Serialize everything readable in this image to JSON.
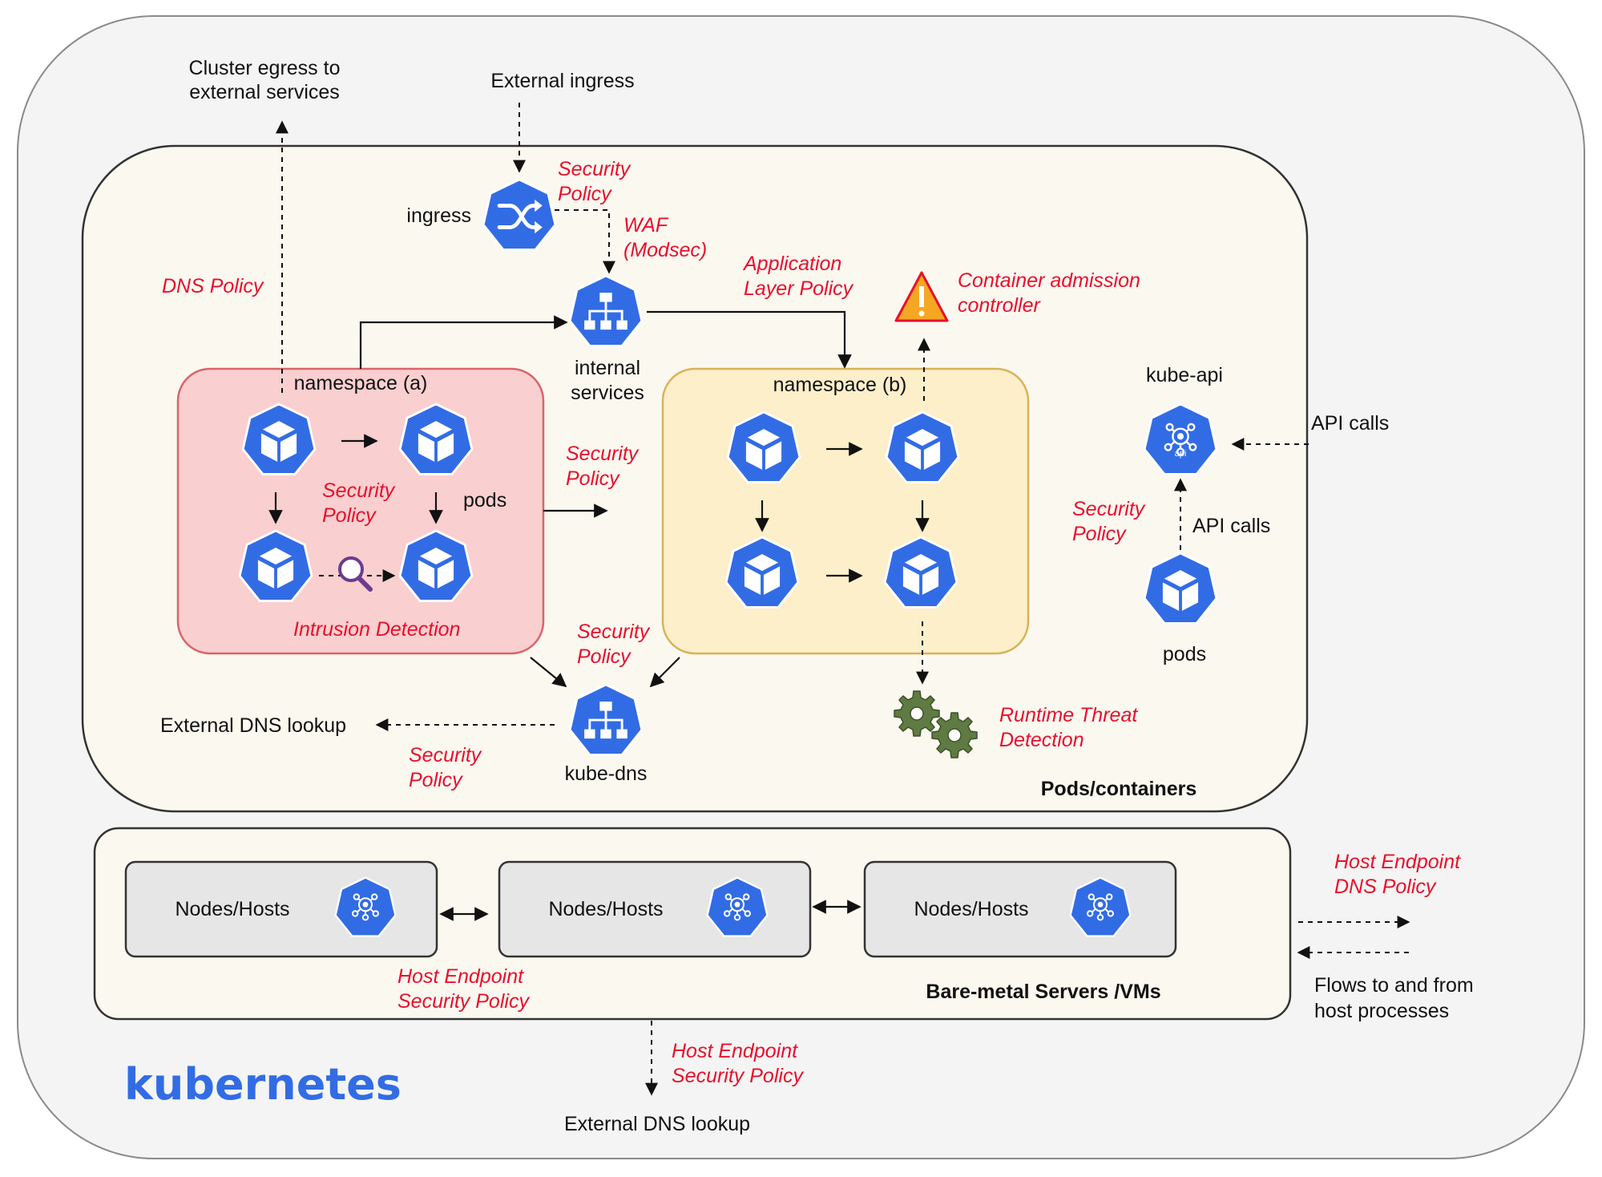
{
  "labels": {
    "cluster_egress": [
      "Cluster egress to",
      "external services"
    ],
    "external_ingress": "External ingress",
    "ingress": "ingress",
    "internal_services": [
      "internal",
      "services"
    ],
    "namespace_a": "namespace (a)",
    "namespace_b": "namespace (b)",
    "pods_a": "pods",
    "kube_api": "kube-api",
    "api_calls_1": "API calls",
    "api_calls_2": "API calls",
    "pods_right": "pods",
    "external_dns_lookup_1": "External DNS lookup",
    "kube_dns": "kube-dns",
    "pods_containers": "Pods/containers",
    "nodes_hosts_1": "Nodes/Hosts",
    "nodes_hosts_2": "Nodes/Hosts",
    "nodes_hosts_3": "Nodes/Hosts",
    "bare_metal": "Bare-metal Servers /VMs",
    "flows": [
      "Flows to and from",
      "host processes"
    ],
    "external_dns_lookup_2": "External DNS lookup",
    "kubernetes_logo": "kubernetes",
    "api_badge": "api"
  },
  "policies": {
    "security_policy_ingress": [
      "Security",
      "Policy"
    ],
    "waf": [
      "WAF",
      "(Modsec)"
    ],
    "dns_policy": "DNS Policy",
    "application_layer": [
      "Application",
      "Layer Policy"
    ],
    "container_admission": [
      "Container admission",
      "controller"
    ],
    "security_policy_ns_a": [
      "Security",
      "Policy"
    ],
    "intrusion_detection": "Intrusion Detection",
    "security_policy_between": [
      "Security",
      "Policy"
    ],
    "security_policy_kube_dns": [
      "Security",
      "Policy"
    ],
    "security_policy_dns_lookup": [
      "Security",
      "Policy"
    ],
    "runtime_threat": [
      "Runtime Threat",
      "Detection"
    ],
    "security_policy_api": [
      "Security",
      "Policy"
    ],
    "host_endpoint_dns": [
      "Host Endpoint",
      "DNS Policy"
    ],
    "host_endpoint_security_1": [
      "Host Endpoint",
      "Security Policy"
    ],
    "host_endpoint_security_2": [
      "Host Endpoint",
      "Security Policy"
    ]
  },
  "colors": {
    "k8s_blue": "#326ce5",
    "policy_red": "#e8102a",
    "namespace_a_fill": "#f9cfd0",
    "namespace_a_stroke": "#d9656b",
    "namespace_b_fill": "#fcefc9",
    "namespace_b_stroke": "#d9b25a",
    "panel_fill": "#fbf8f0",
    "outer_fill": "#f4f4f4"
  },
  "icons": {
    "pod": "cube-icon",
    "service": "network-icon",
    "ingress": "shuffle-icon",
    "api": "api-icon",
    "node": "gear-hub-icon",
    "warning": "warning-icon",
    "search": "magnifier-icon",
    "gears": "gears-icon"
  }
}
